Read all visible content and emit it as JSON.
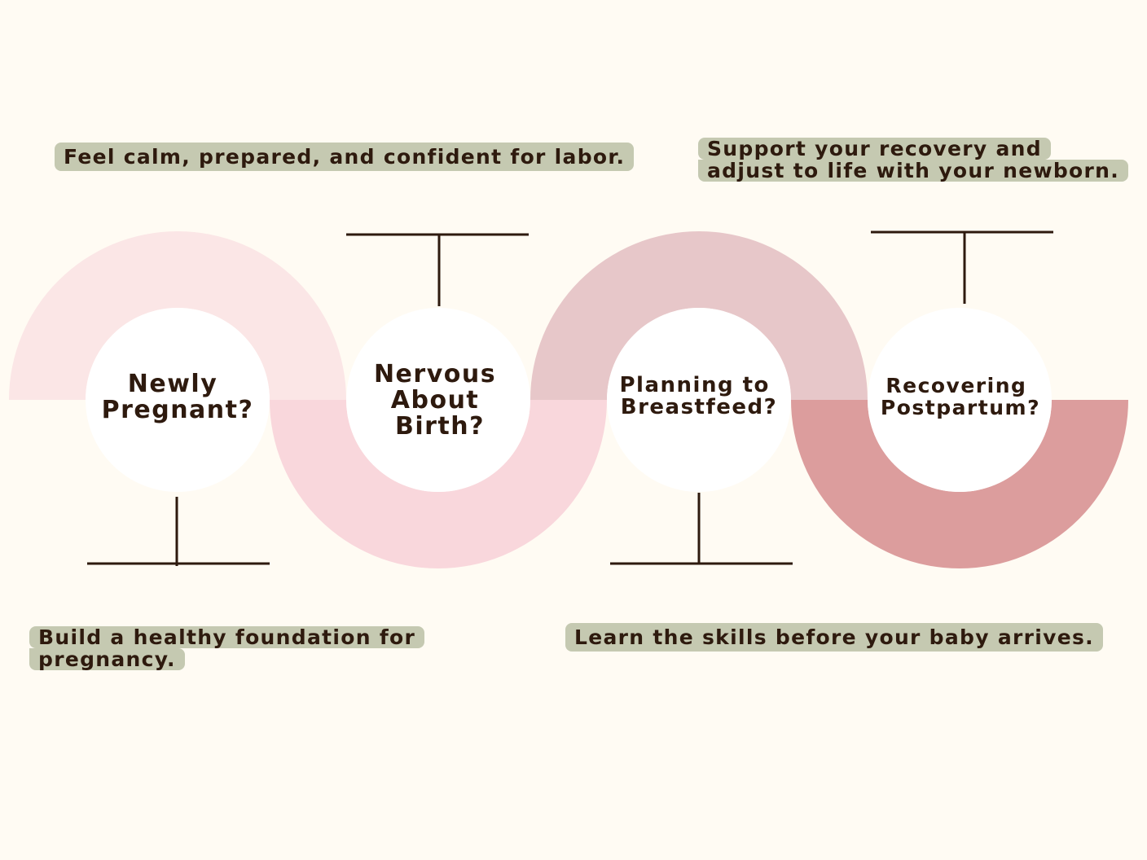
{
  "steps": [
    {
      "label_lines": [
        "Newly",
        "Pregnant?"
      ],
      "description_lines": [
        "Build a healthy foundation for",
        "pregnancy."
      ]
    },
    {
      "label_lines": [
        "Nervous",
        "About",
        "Birth?"
      ],
      "description_lines": [
        "Feel calm, prepared, and confident for labor."
      ]
    },
    {
      "label_lines": [
        "Planning to",
        "Breastfeed?"
      ],
      "description_lines": [
        "Learn the skills before your baby arrives."
      ]
    },
    {
      "label_lines": [
        "Recovering",
        "Postpartum?"
      ],
      "description_lines": [
        "Support your recovery and",
        "adjust to life with your newborn."
      ]
    }
  ],
  "colors": {
    "background": "#fffbf3",
    "arc_1": "#fbe6e6",
    "arc_2": "#f9d7dc",
    "arc_3": "#e7c7c9",
    "arc_4": "#dc9d9d",
    "circle_fill": "#ffffff",
    "connector": "#2e1a0e",
    "note_fill": "#c5c9b1",
    "text": "#2e1a0e"
  }
}
